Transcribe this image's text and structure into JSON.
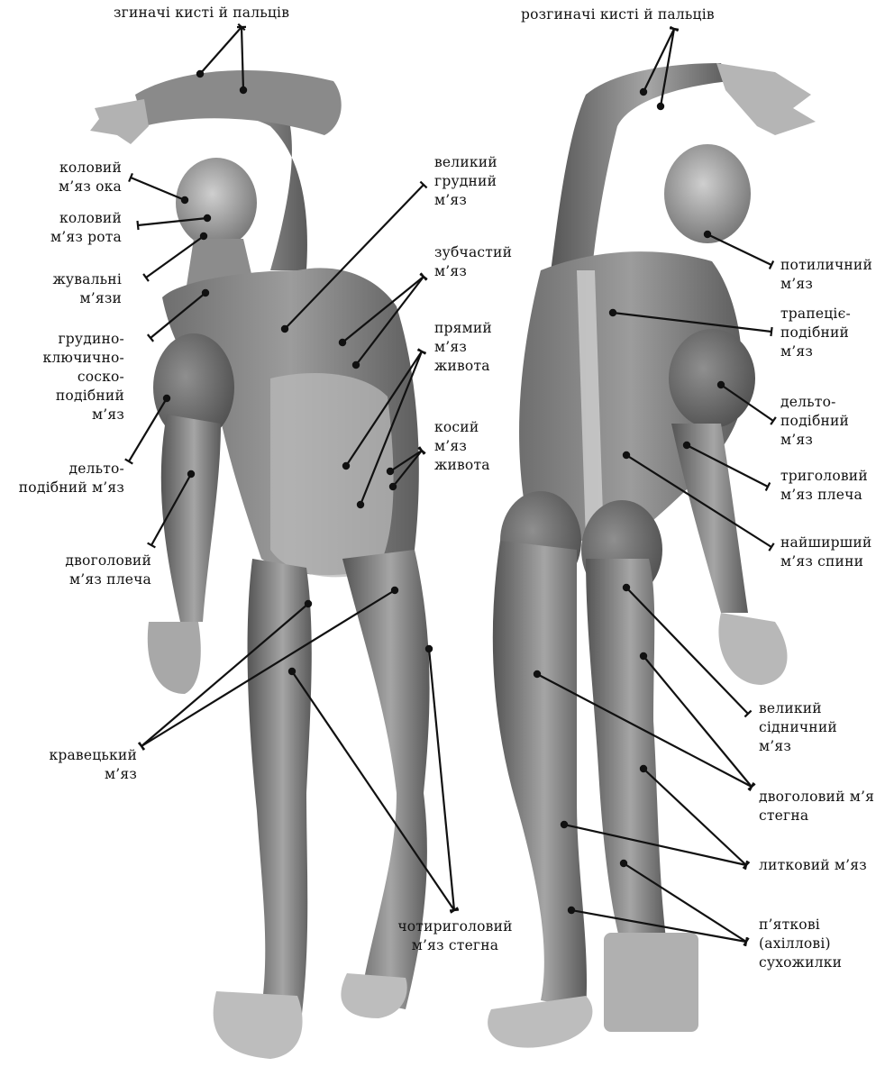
{
  "labels": {
    "top_left": "згиначі кисті й пальців",
    "top_right": "розгиначі кисті й пальців",
    "eye": "коловий\nм’яз ока",
    "mouth": "коловий\nм’яз рота",
    "chewing": "жувальні\nм’язи",
    "scm": "грудино-\nключично-\nсоско-\nподібний\nм’яз",
    "deltoid_front": "дельто-\nподібний м’яз",
    "biceps": "двоголовий\nм’яз плеча",
    "sartorius": "кравецький\nм’яз",
    "pectoral": "великий\nгрудний\nм’яз",
    "serratus": "зубчастий\nм’яз",
    "rectus": "прямий\nм’яз\nживота",
    "oblique": "косий\nм’яз\nживота",
    "quadriceps": "чотириголовий\nм’яз стегна",
    "occipital": "потиличний\nм’яз",
    "trapezius": "трапеціє-\nподібний\nм’яз",
    "deltoid_back": "дельто-\nподібний\nм’яз",
    "triceps": "триголовий\nм’яз плеча",
    "latissimus": "найширший\nм’яз спини",
    "gluteus": "великий\nсідничний\nм’яз",
    "hamstring": "двоголовий м’я\nстегна",
    "calf": "литковий м’яз",
    "achilles": "п’яткові\n(ахіллові)\nсухожилки"
  },
  "colors": {
    "muscle_dark": "#5a5a5a",
    "muscle_mid": "#8a8a8a",
    "tendon_light": "#d9d9d9",
    "skin_light": "#bdbdbd",
    "line": "#111111"
  }
}
